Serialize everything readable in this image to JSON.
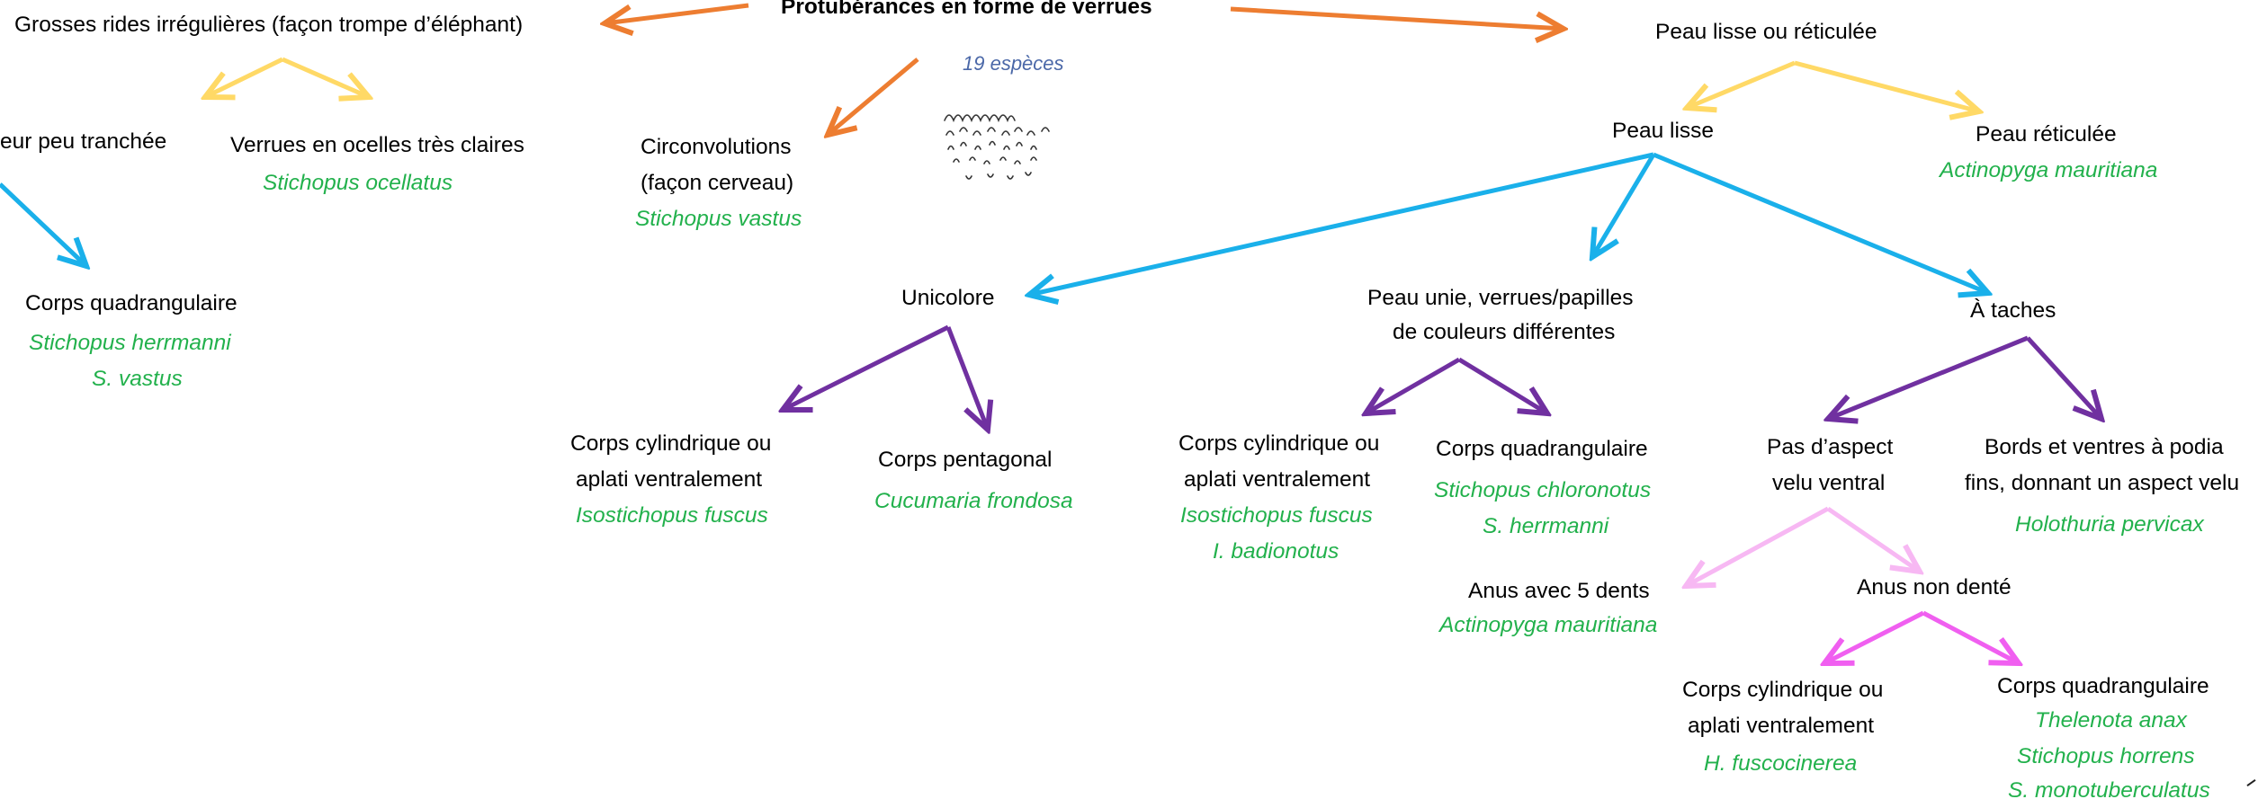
{
  "root": {
    "title": "Protubérances en forme de verrues",
    "count": "19 espèces"
  },
  "left": {
    "rides": "Grosses rides irrégulières (façon trompe d’éléphant)",
    "couleur": "eur peu tranchée",
    "ocelles": "Verrues en ocelles très claires",
    "ocelles_species": "Stichopus ocellatus",
    "quad": "Corps quadrangulaire",
    "quad_species": [
      "Stichopus herrmanni",
      "S. vastus"
    ]
  },
  "circ": {
    "label": [
      "Circonvolutions",
      "(façon cerveau)"
    ],
    "species": "Stichopus vastus"
  },
  "right": {
    "peau": "Peau lisse ou réticulée",
    "lisse": "Peau lisse",
    "reticulee": "Peau réticulée",
    "reticulee_species": "Actinopyga mauritiana"
  },
  "unicolore": {
    "label": "Unicolore",
    "cyl": [
      "Corps cylindrique ou",
      "aplati ventralement"
    ],
    "cyl_species": [
      "Isostichopus fuscus"
    ],
    "penta": "Corps pentagonal",
    "penta_species": "Cucumaria frondosa"
  },
  "unie": {
    "label": [
      "Peau unie, verrues/papilles",
      "de couleurs différentes"
    ],
    "cyl": [
      "Corps cylindrique ou",
      "aplati ventralement"
    ],
    "cyl_species": [
      "Isostichopus fuscus",
      "I. badionotus"
    ],
    "quad": "Corps quadrangulaire",
    "quad_species": [
      "Stichopus chloronotus",
      "S. herrmanni"
    ]
  },
  "taches": {
    "label": "À taches",
    "pas": [
      "Pas d’aspect",
      "velu ventral"
    ],
    "bords": [
      "Bords et ventres à podia",
      "fins, donnant un aspect velu"
    ],
    "bords_species": "Holothuria pervicax",
    "anus5": "Anus avec 5 dents",
    "anus5_species": "Actinopyga mauritiana",
    "anusnon": "Anus non denté",
    "cyl": [
      "Corps cylindrique ou",
      "aplati ventralement"
    ],
    "cyl_species": "H. fuscocinerea",
    "quad": "Corps quadrangulaire",
    "quad_species": [
      "Thelenota anax",
      "Stichopus horrens",
      "S. monotuberculatus"
    ]
  },
  "colors": {
    "orange": "#ed7d31",
    "yellow": "#ffd966",
    "blue": "#1ab0ea",
    "purple": "#7030a0",
    "pink_light": "#f7b8f3",
    "magenta": "#f05ff0",
    "species_green": "#22b14c",
    "count_blue": "#4b68a8"
  }
}
